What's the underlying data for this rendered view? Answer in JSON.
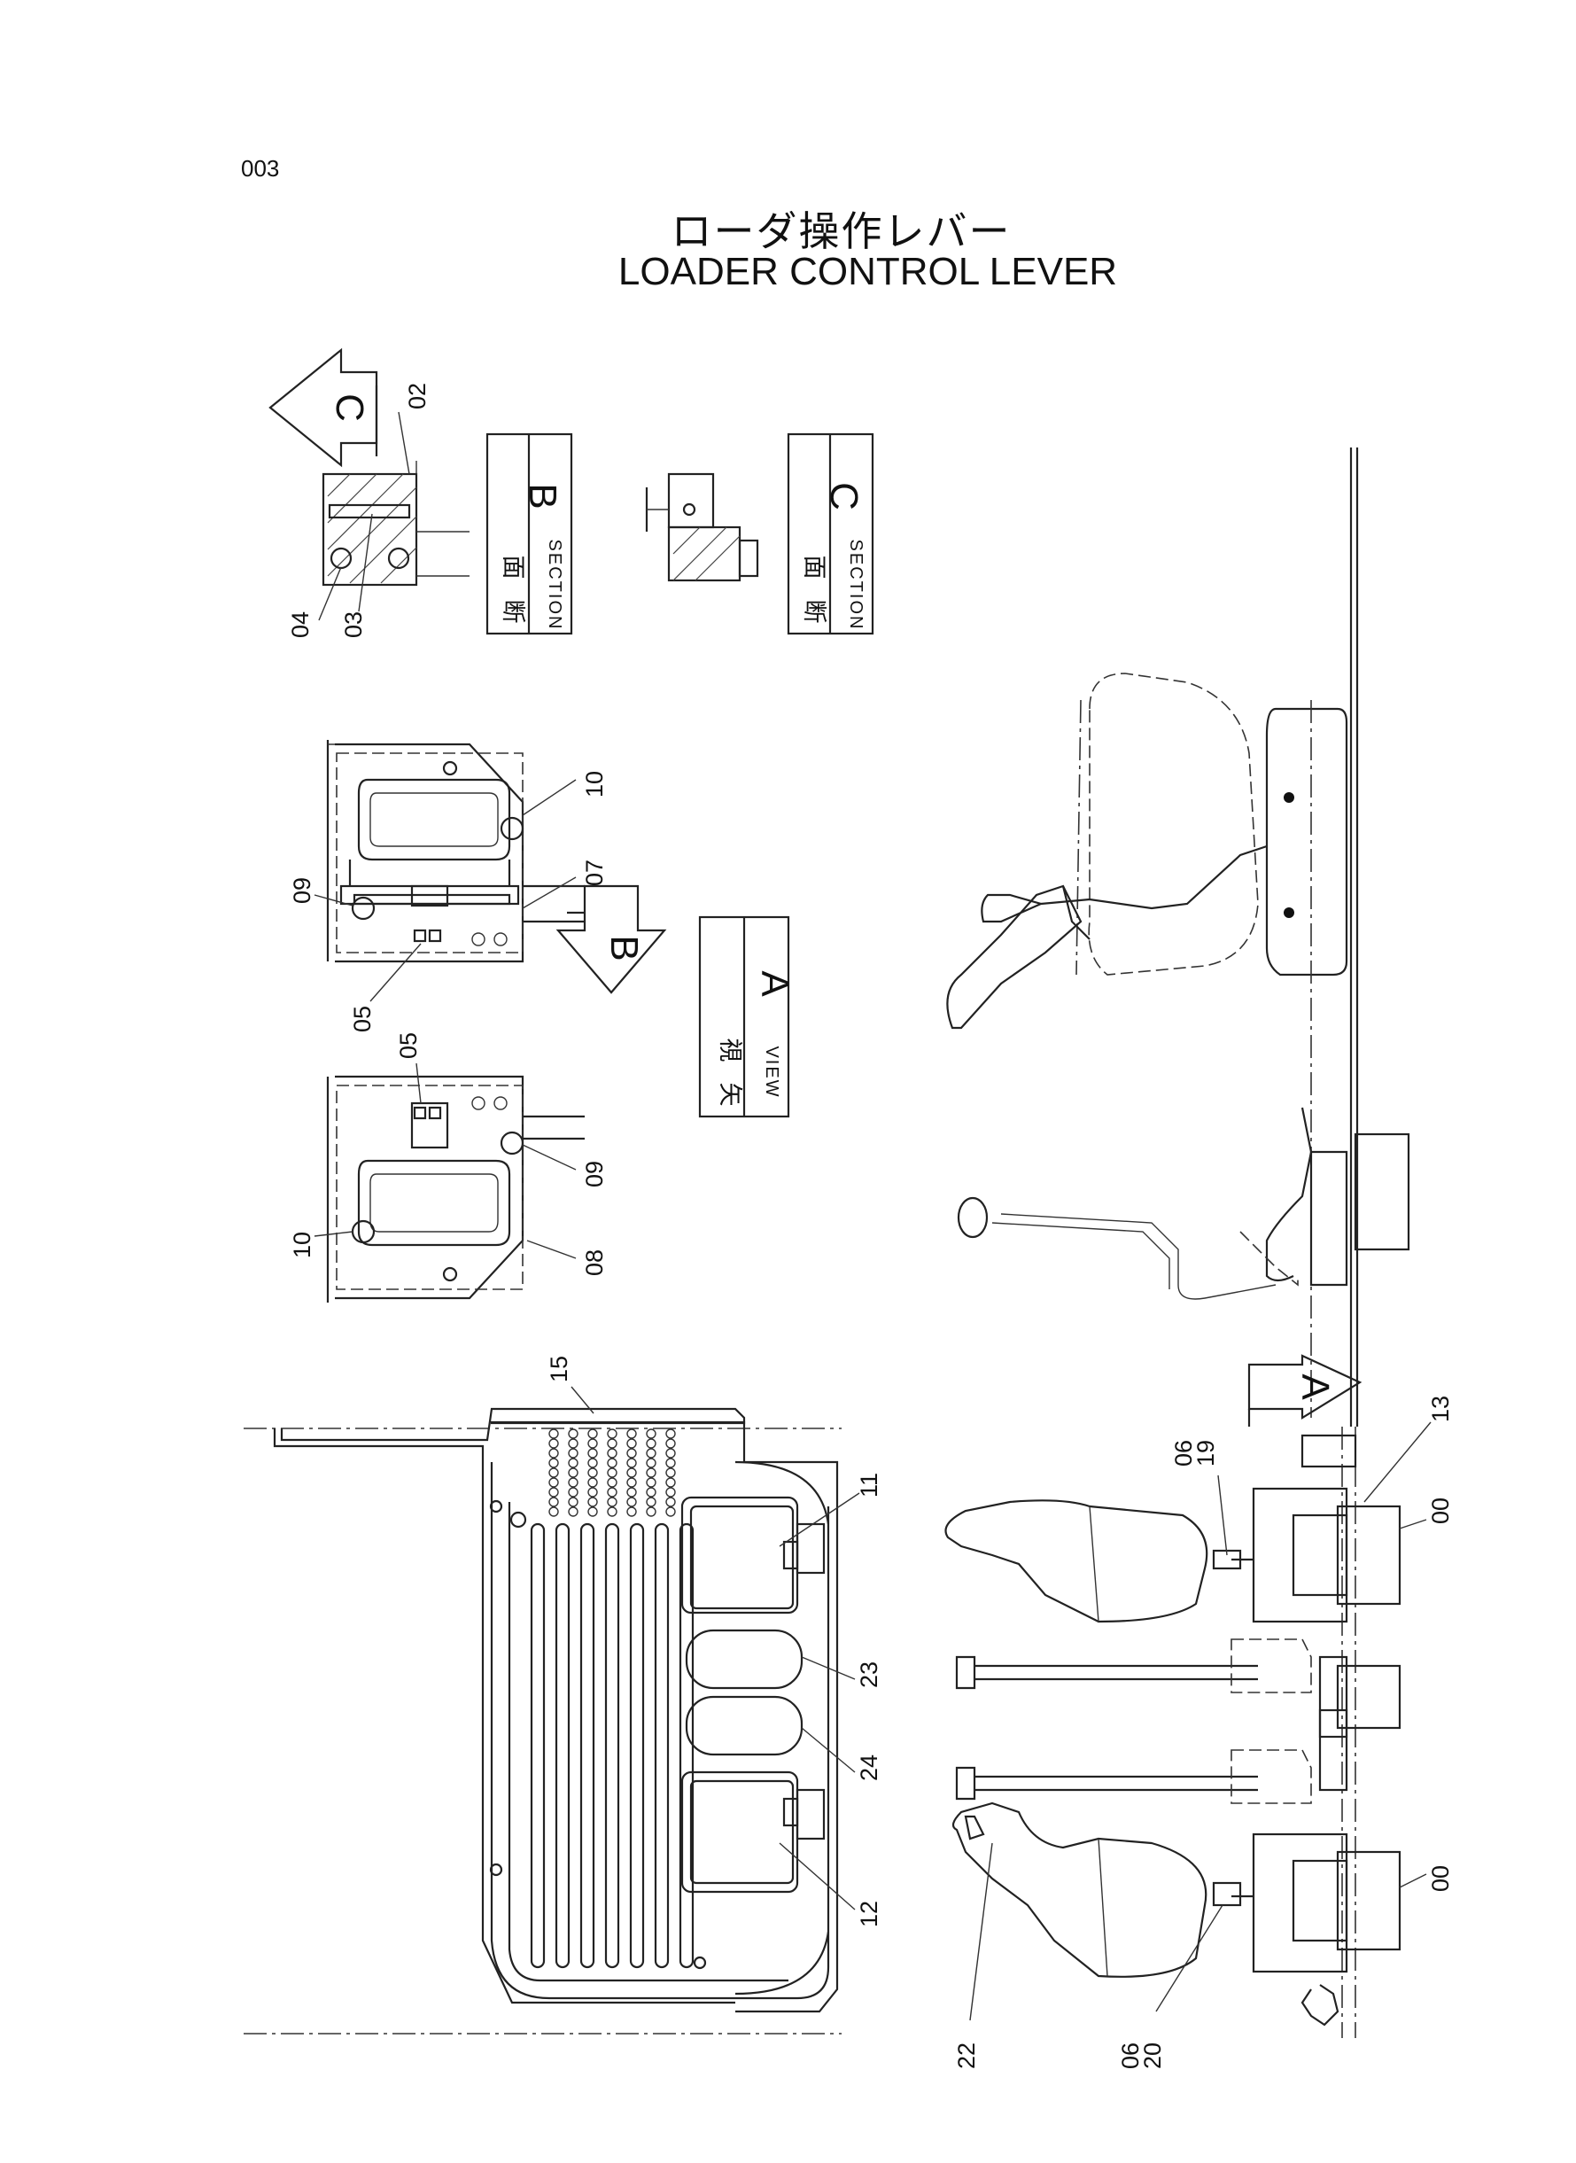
{
  "header": {
    "page_number": "003",
    "title_jp": "ローダ操作レバー",
    "title_en": "LOADER CONTROL LEVER"
  },
  "views": {
    "section_b": {
      "jp_top": "断",
      "jp_bottom": "面",
      "en": "SECTION",
      "letter": "B"
    },
    "section_c": {
      "jp_top": "断",
      "jp_bottom": "面",
      "en": "SECTION",
      "letter": "C"
    },
    "view_a": {
      "jp_top": "矢",
      "jp_bottom": "視",
      "en": "VIEW",
      "letter": "A"
    }
  },
  "arrows": {
    "c": "C",
    "b": "B",
    "a": "A"
  },
  "callouts": {
    "c02": "02",
    "c03": "03",
    "c04": "04",
    "c05a": "05",
    "c05b": "05",
    "c07": "07",
    "c08": "08",
    "c09a": "09",
    "c09b": "09",
    "c10a": "10",
    "c10b": "10",
    "c11": "11",
    "c12": "12",
    "c13": "13",
    "c15": "15",
    "c19": "19",
    "c20": "20",
    "c22": "22",
    "c23": "23",
    "c24": "24",
    "c06a": "06",
    "c06b": "06",
    "c00a": "00",
    "c00b": "00"
  },
  "icons": [
    "view-direction-arrow-icon",
    "bolt-hole-icon"
  ]
}
